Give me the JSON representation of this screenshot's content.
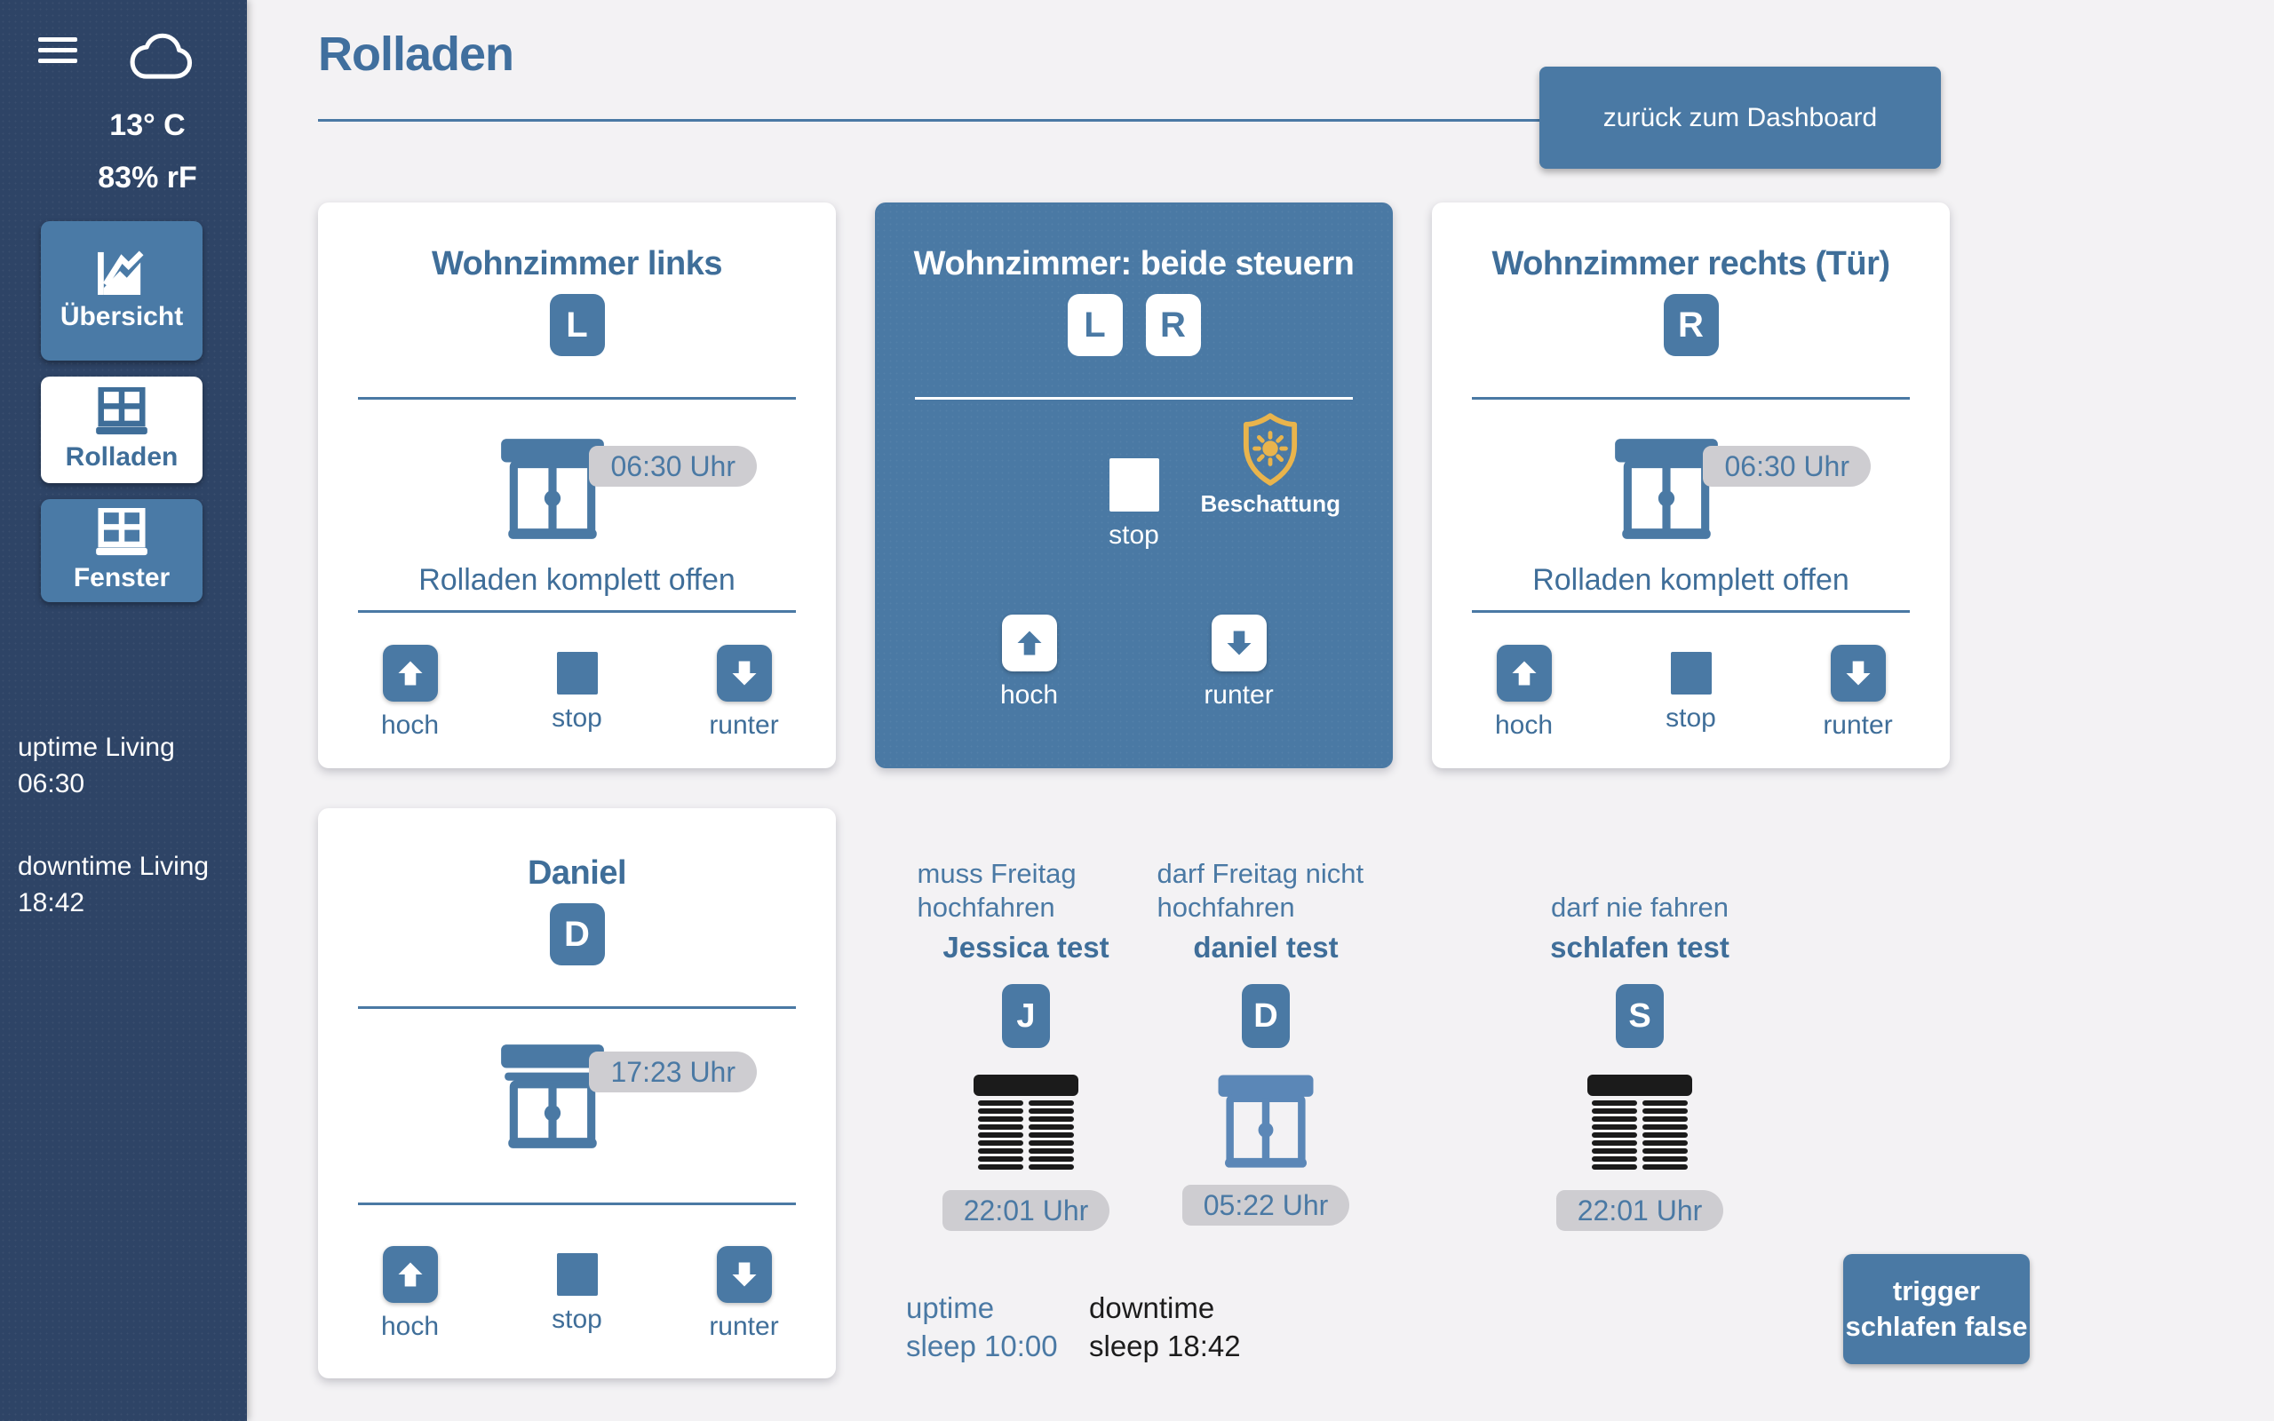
{
  "colors": {
    "accent": "#4a79a4",
    "sidebar_bg": "#2e4466",
    "page_bg": "#f3f2f4",
    "pill_bg": "#cecdd1",
    "shading_gold": "#e9b44c",
    "shutter_closed": "#1b1b1b"
  },
  "sidebar": {
    "weather": {
      "temperature": "13° C",
      "humidity": "83% rF"
    },
    "nav": [
      {
        "label": "Übersicht"
      },
      {
        "label": "Rolladen"
      },
      {
        "label": "Fenster"
      }
    ],
    "uptime": "uptime Living 06:30",
    "downtime": "downtime Living 18:42"
  },
  "header": {
    "title": "Rolladen",
    "back_button": "zurück zum Dashboard"
  },
  "cards": {
    "links": {
      "title": "Wohnzimmer links",
      "badge": "L",
      "time": "06:30 Uhr",
      "status": "Rolladen komplett offen",
      "up": "hoch",
      "stop": "stop",
      "down": "runter"
    },
    "beide": {
      "title": "Wohnzimmer: beide steuern",
      "badge_left": "L",
      "badge_right": "R",
      "stop": "stop",
      "shading": "Beschattung",
      "up": "hoch",
      "down": "runter"
    },
    "rechts": {
      "title": "Wohnzimmer rechts (Tür)",
      "badge": "R",
      "time": "06:30 Uhr",
      "status": "Rolladen komplett offen",
      "up": "hoch",
      "stop": "stop",
      "down": "runter"
    },
    "daniel": {
      "title": "Daniel",
      "badge": "D",
      "time": "17:23 Uhr",
      "up": "hoch",
      "stop": "stop",
      "down": "runter"
    }
  },
  "schedules": [
    {
      "condition": "muss Freitag hochfahren",
      "name": "Jessica test",
      "badge": "J",
      "time": "22:01 Uhr",
      "state": "closed"
    },
    {
      "condition": "darf Freitag nicht hochfahren",
      "name": "daniel test",
      "badge": "D",
      "time": "05:22 Uhr",
      "state": "open"
    },
    {
      "condition": "darf nie fahren",
      "name": "schlafen test",
      "badge": "S",
      "time": "22:01 Uhr",
      "state": "closed"
    }
  ],
  "footer": {
    "uptime_sleep": "uptime sleep 10:00",
    "downtime_sleep": "downtime sleep 18:42",
    "trigger_button": "trigger schlafen false"
  }
}
